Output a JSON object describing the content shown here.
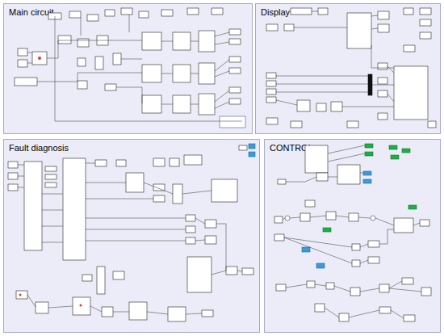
{
  "diagram": {
    "nodes": [
      {
        "text": [
          "Main circuit"
        ]
      },
      {
        "text": [
          "Display"
        ]
      },
      {
        "text": [
          "Fault diagnosis"
        ]
      },
      {
        "text": [
          "CONTROL"
        ]
      }
    ]
  }
}
